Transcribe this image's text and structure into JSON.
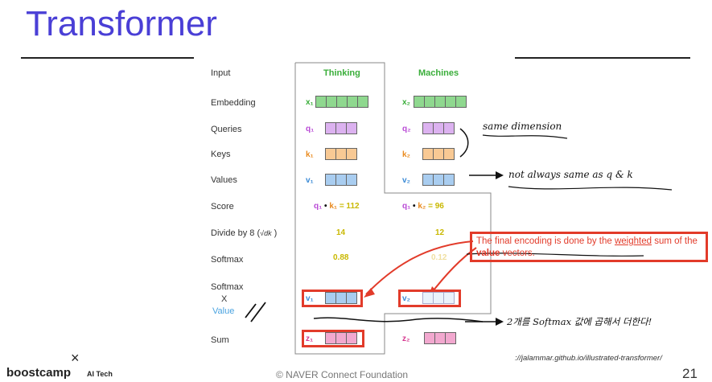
{
  "title": "Transformer",
  "rows": {
    "input": "Input",
    "embedding": "Embedding",
    "queries": "Queries",
    "keys": "Keys",
    "values": "Values",
    "score": "Score",
    "divide": "Divide by 8 (",
    "divide_math": "√dk",
    "divide_close": ")",
    "softmax": "Softmax",
    "softmax2": "Softmax",
    "times": "X",
    "value": "Value",
    "sum": "Sum"
  },
  "col1": {
    "word": "Thinking",
    "x": "x₁",
    "q": "q₁",
    "k": "k₁",
    "v": "v₁",
    "score_q": "q₁",
    "score_dot": "•",
    "score_k": "k₁",
    "score_eq": "= 112",
    "divide": "14",
    "softmax": "0.88",
    "v2": "v₁",
    "z": "z₁"
  },
  "col2": {
    "word": "Machines",
    "x": "x₂",
    "q": "q₂",
    "k": "k₂",
    "v": "v₂",
    "score_q": "q₁",
    "score_dot": "•",
    "score_k": "k₂",
    "score_eq": "= 96",
    "divide": "12",
    "softmax": "0.12",
    "v2": "v₂",
    "z": "z₂"
  },
  "callout": {
    "pre": "The final encoding is done by the ",
    "weighted": "weighted",
    "mid": " sum of the ",
    "value": "value",
    "post": " vectors."
  },
  "handwriting": {
    "same": "same dimension",
    "not_always": "not always same as q & k",
    "korean": "2개를 Softmax 값에 곱해서 더한다!"
  },
  "source": "://jalammar.github.io/illustrated-transformer/",
  "footer": {
    "copyright": "© NAVER Connect Foundation",
    "page": "21",
    "brand": "boostcamp",
    "brand_sub": "AI Tech",
    "brand_x": "×"
  },
  "colors": {
    "title": "#4a3fd6",
    "green": "#8fd88f",
    "purple": "#dcb2f0",
    "orange": "#f8c994",
    "blue": "#a9cdf0",
    "pink": "#f2a8cf",
    "accent_red": "#e23b2a"
  }
}
